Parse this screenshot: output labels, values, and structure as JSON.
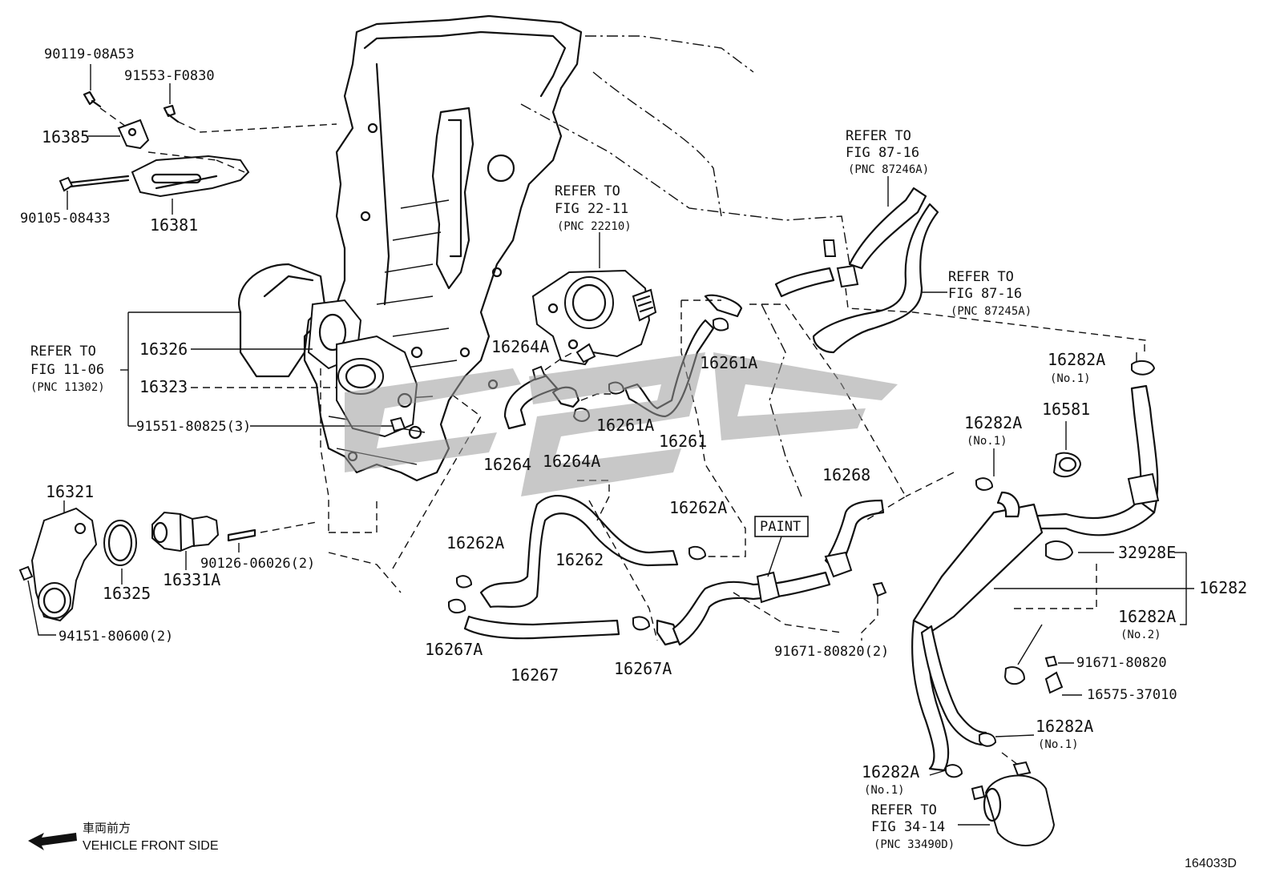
{
  "labels": {
    "p_90119": "90119-08A53",
    "p_91553": "91553-F0830",
    "p_16385": "16385",
    "p_90105": "90105-08433",
    "p_16381": "16381",
    "refer_11_line1": "REFER TO",
    "refer_11_line2": "FIG 11-06",
    "refer_11_line3": "(PNC 11302)",
    "p_16326": "16326",
    "p_16323": "16323",
    "p_91551": "91551-80825(3)",
    "p_16321": "16321",
    "p_16325": "16325",
    "p_16331A": "16331A",
    "p_90126": "90126-06026(2)",
    "p_94151": "94151-80600(2)",
    "refer_22_line1": "REFER TO",
    "refer_22_line2": "FIG 22-11",
    "refer_22_line3": "(PNC 22210)",
    "p_16264A_a": "16264A",
    "p_16264": "16264",
    "p_16264A_b": "16264A",
    "p_16261A_a": "16261A",
    "p_16261A_b": "16261A",
    "p_16261": "16261",
    "p_16262A_a": "16262A",
    "p_16262A_b": "16262A",
    "p_16262": "16262",
    "p_16267A_a": "16267A",
    "p_16267A_b": "16267A",
    "p_16267": "16267",
    "p_16268": "16268",
    "paint": "PAINT",
    "p_91671_a": "91671-80820(2)",
    "refer_87a_line1": "REFER TO",
    "refer_87a_line2": "FIG 87-16",
    "refer_87a_line3": "(PNC 87246A)",
    "refer_87b_line1": "REFER TO",
    "refer_87b_line2": "FIG 87-16",
    "refer_87b_line3": "(PNC 87245A)",
    "p_16282A_1": "16282A",
    "p_16282A_1_sub": "(No.1)",
    "p_16581": "16581",
    "p_16282A_2": "16282A",
    "p_16282A_2_sub": "(No.1)",
    "p_32928E": "32928E",
    "p_16282": "16282",
    "p_16282A_3": "16282A",
    "p_16282A_3_sub": "(No.2)",
    "p_91671_b": "91671-80820",
    "p_16575": "16575-37010",
    "p_16282A_4": "16282A",
    "p_16282A_4_sub": "(No.1)",
    "p_16282A_5": "16282A",
    "p_16282A_5_sub": "(No.1)",
    "refer_34_line1": "REFER TO",
    "refer_34_line2": "FIG 34-14",
    "refer_34_line3": "(PNC 33490D)",
    "front_jp": "車両前方",
    "front_en": "VEHICLE FRONT SIDE",
    "fig_code": "164033D"
  },
  "icons": {
    "front_arrow": "arrow-left-icon",
    "watermark": "watermark-logo"
  }
}
